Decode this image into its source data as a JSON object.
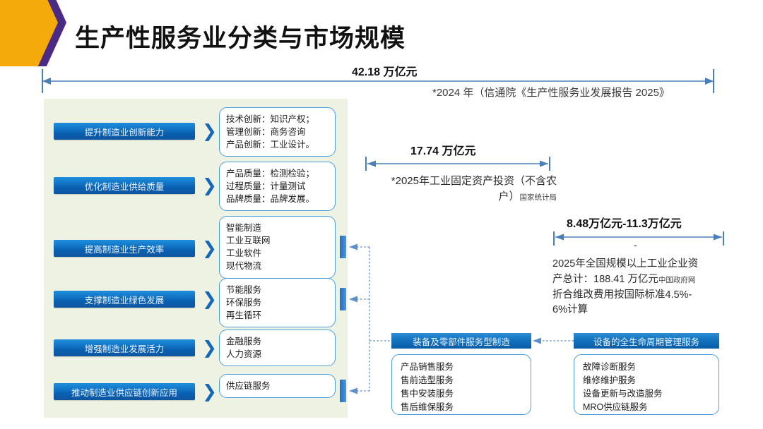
{
  "title": "生产性服务业分类与市场规模",
  "colors": {
    "accent_orange": "#F5AA0B",
    "accent_purple": "#4B2A85",
    "bar_blue": "#1273C4",
    "panel_green": "#EEF2E2",
    "box_border": "#4A9EDE",
    "arrow_blue": "#4A7EBB"
  },
  "dimensions": {
    "top": {
      "value": "42.18 万亿元",
      "note": "*2024 年（信通院《生产性服务业发展报告 2025》"
    },
    "middle": {
      "value": "17.74 万亿元",
      "note_main": "*2025年工业固定资产投资（不含农户）",
      "note_source": "国家统计局"
    },
    "right": {
      "value": "8.48万亿元-11.3万亿元",
      "dash": "-",
      "note_line1": "2025年全国规模以上工业企业资",
      "note_line2_main": "产总计：188.41 万亿元",
      "note_line2_source": "中国政府网",
      "note_line3": "折合维改费用按国际标准4.5%-",
      "note_line4": "6%计算"
    }
  },
  "rows": [
    {
      "bar": "提升制造业创新能力",
      "chevron": "chevron-right-icon",
      "items": [
        "技术创新：知识产权；",
        "管理创新：商务咨询",
        "产品创新：工业设计。"
      ],
      "stub": false
    },
    {
      "bar": "优化制造业供给质量",
      "chevron": "chevron-right-icon",
      "items": [
        "产品质量：检测检验；",
        "过程质量：计量测试",
        "品牌质量：品牌发展。"
      ],
      "stub": false
    },
    {
      "bar": "提高制造业生产效率",
      "chevron": "chevron-right-icon",
      "items": [
        "智能制造",
        "工业互联网",
        "工业软件",
        "现代物流"
      ],
      "stub": true
    },
    {
      "bar": "支撑制造业绿色发展",
      "chevron": "chevron-right-icon",
      "items": [
        "节能服务",
        "环保服务",
        "再生循环"
      ],
      "stub": true
    },
    {
      "bar": "增强制造业发展活力",
      "chevron": "chevron-right-icon",
      "items": [
        "金融服务",
        "人力资源"
      ],
      "stub": false
    },
    {
      "bar": "推动制造业供应链创新应用",
      "chevron": "chevron-right-icon",
      "items": [
        "供应链服务"
      ],
      "stub": true
    }
  ],
  "groups": [
    {
      "header": "装备及零部件服务型制造",
      "items": [
        "产品销售服务",
        "售前选型服务",
        "售中安装服务",
        "售后维保服务"
      ]
    },
    {
      "header": "设备的全生命周期管理服务",
      "items": [
        "故障诊断服务",
        "维修维护服务",
        "设备更新与改造服务",
        "MRO供应链服务"
      ]
    }
  ]
}
